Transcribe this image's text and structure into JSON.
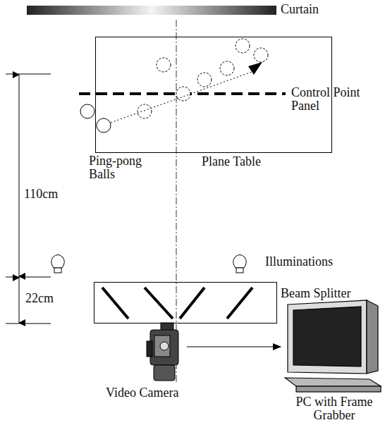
{
  "diagram": {
    "nodes": [
      {
        "text": [
          "Plane Table"
        ]
      },
      {
        "text": [
          "Beam Splitter"
        ]
      },
      {
        "text": [
          "Video Camera"
        ]
      },
      {
        "text": [
          "PC with Frame Grabber"
        ]
      }
    ],
    "edges": [
      {
        "from": 2,
        "to": 3,
        "arrow": "to"
      }
    ],
    "labels": [
      "Curtain",
      "Control Point Panel",
      "Ping-pong Balls",
      "110cm",
      "22cm",
      "Illuminations"
    ]
  }
}
